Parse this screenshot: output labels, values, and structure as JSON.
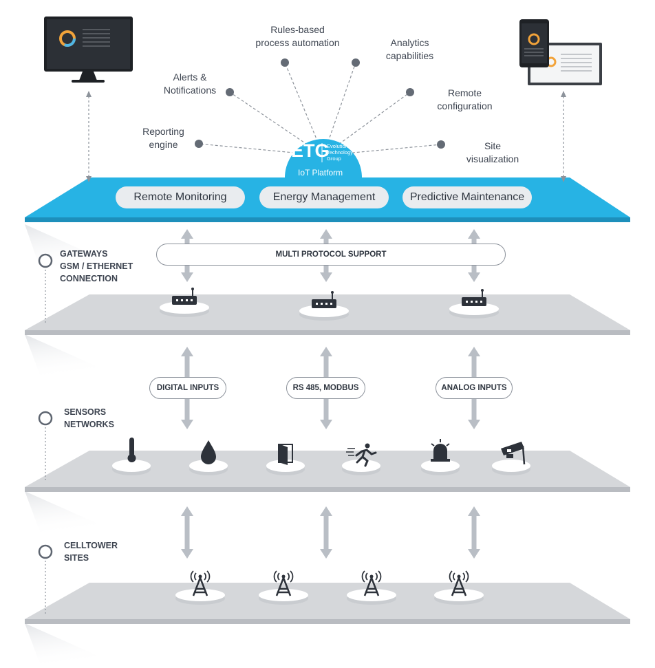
{
  "platform": {
    "logo_mark": "ETG",
    "company": [
      "Evolution",
      "Technology",
      "Group"
    ],
    "name": "IoT Platform",
    "accent_color": "#27b3e4",
    "features": [
      "Reporting\nengine",
      "Alerts &\nNotifications",
      "Rules-based\nprocess automation",
      "Analytics\ncapabilities",
      "Remote\nconfiguration",
      "Site\nvisualization"
    ],
    "modules": [
      "Remote Monitoring",
      "Energy Management",
      "Predictive Maintenance"
    ]
  },
  "devices": [
    {
      "name": "desktop-monitor",
      "icon": "monitor-icon"
    },
    {
      "name": "tablet-and-laptop",
      "icon": "tablet-icon"
    }
  ],
  "layers": [
    {
      "label": [
        "GATEWAYS",
        "GSM / ETHERNET",
        "CONNECTION"
      ],
      "protocols": [
        "MULTI PROTOCOL SUPPORT"
      ],
      "nodes": [
        "gateway-router-icon",
        "gateway-router-icon",
        "gateway-router-icon"
      ]
    },
    {
      "label": [
        "SENSORS",
        "NETWORKS"
      ],
      "protocols": [
        "DIGITAL INPUTS",
        "RS 485, MODBUS",
        "ANALOG INPUTS"
      ],
      "nodes": [
        "thermometer-icon",
        "water-drop-icon",
        "door-icon",
        "motion-sensor-icon",
        "alarm-siren-icon",
        "security-camera-icon"
      ]
    },
    {
      "label": [
        "CELLTOWER",
        "SITES"
      ],
      "protocols": [],
      "nodes": [
        "cell-tower-icon",
        "cell-tower-icon",
        "cell-tower-icon",
        "cell-tower-icon"
      ]
    }
  ],
  "colors": {
    "platform": "#27b3e4",
    "layer": "#d5d7da",
    "text": "#3d4450",
    "arrow": "#b9bec5",
    "dot": "#646b75"
  }
}
